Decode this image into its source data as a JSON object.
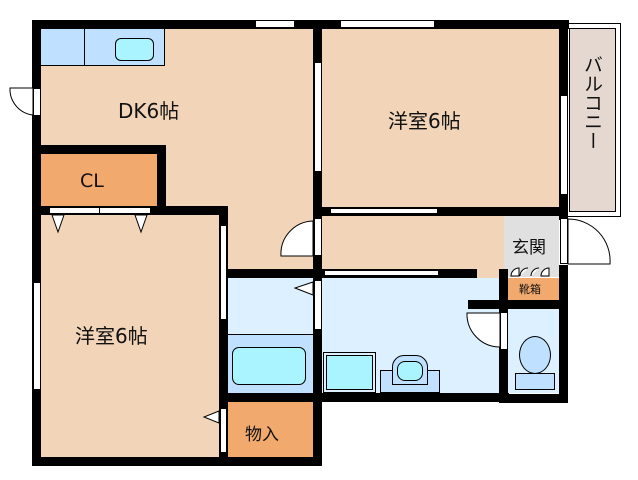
{
  "floor_plan": {
    "rooms": {
      "dk": {
        "label": "DK6帖",
        "color": "#f2d4b8"
      },
      "western_room_1": {
        "label": "洋室6帖",
        "color": "#f2d4b8"
      },
      "western_room_2": {
        "label": "洋室6帖",
        "color": "#f2d4b8"
      },
      "closet": {
        "label": "CL",
        "color": "#f2a96e"
      },
      "storage": {
        "label": "物入",
        "color": "#f2a96e"
      },
      "balcony": {
        "label": "バルコニー",
        "color": "#e4d8d0"
      },
      "entrance": {
        "label": "玄関",
        "color": "#e0e0e0"
      },
      "shoe_box": {
        "label": "靴箱",
        "color": "#f2a96e"
      },
      "washroom": {
        "color": "#ddf0ff"
      },
      "bath": {
        "color": "#c0e0ff"
      },
      "toilet": {
        "color": "#ddf0ff"
      },
      "hallway": {
        "color": "#f2d4b8"
      }
    },
    "colors": {
      "wall": "#000000",
      "fixture_blue": "#c0e0ff",
      "fixture_cyan": "#aaf4ff"
    }
  }
}
